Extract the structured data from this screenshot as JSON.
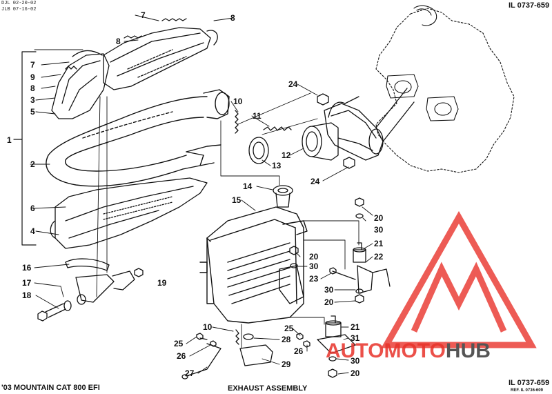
{
  "header": {
    "code_left_1": "DJL 02-20-02",
    "code_left_2": "JLB 07-16-02",
    "illustration_id_top": "IL 0737-659"
  },
  "footer": {
    "model": "'03 MOUNTAIN CAT 800 EFI",
    "title": "EXHAUST ASSEMBLY",
    "illustration_id_bottom": "IL 0737-659",
    "ref": "REF. IL 0736-609"
  },
  "callouts": {
    "c1": "1",
    "c2": "2",
    "c3": "3",
    "c4": "4",
    "c5": "5",
    "c6": "6",
    "c7a": "7",
    "c7b": "7",
    "c8a": "8",
    "c8b": "8",
    "c8c": "8",
    "c9": "9",
    "c10a": "10",
    "c10b": "10",
    "c11": "11",
    "c12": "12",
    "c13": "13",
    "c14": "14",
    "c15": "15",
    "c16": "16",
    "c17": "17",
    "c18": "18",
    "c19": "19",
    "c20a": "20",
    "c20b": "20",
    "c20c": "20",
    "c20d": "20",
    "c21a": "21",
    "c21b": "21",
    "c22": "22",
    "c23": "23",
    "c24a": "24",
    "c24b": "24",
    "c25a": "25",
    "c25b": "25",
    "c26a": "26",
    "c26b": "26",
    "c27": "27",
    "c28": "28",
    "c29": "29",
    "c30a": "30",
    "c30b": "30",
    "c30c": "30",
    "c30d": "30",
    "c31": "31"
  },
  "watermark": {
    "brand_part1": "AUTO",
    "brand_part2": "MOTO",
    "brand_part3": "HUB",
    "color_primary": "#e8322a",
    "color_secondary": "#555555"
  }
}
